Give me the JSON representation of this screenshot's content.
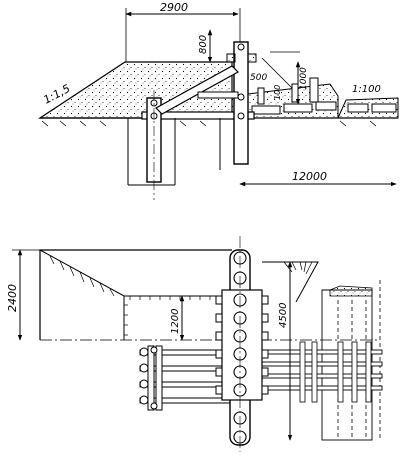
{
  "dimensions": {
    "top_width": "2900",
    "height_800": "800",
    "rail_500": "500",
    "rail_1000": "1000",
    "rail_100": "100",
    "base_12000": "12000",
    "plan_2400": "2400",
    "plan_1200": "1200",
    "plan_4500": "4500"
  },
  "slopes": {
    "left": "1:1,5",
    "right": "1:100"
  },
  "colors": {
    "ink": "#000000",
    "paper": "#ffffff"
  }
}
